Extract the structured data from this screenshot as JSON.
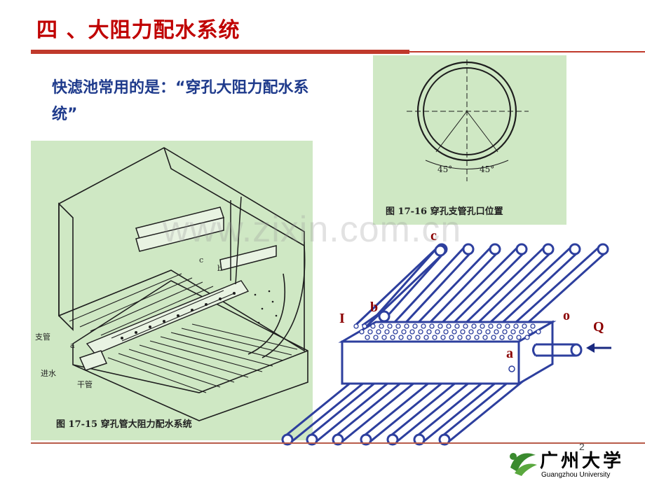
{
  "slide": {
    "title": "四 、大阻力配水系统",
    "intro": "快滤池常用的是：“穿孔大阻力配水系统”",
    "page_number": "2",
    "watermark": "www.zixin.com.cn"
  },
  "figure_left": {
    "caption": "图  17-15   穿孔管大阻力配水系统",
    "labels": {
      "branch": "支管",
      "inlet": "进水",
      "main": "干管",
      "a": "a",
      "b": "b",
      "c": "c"
    }
  },
  "figure_right": {
    "caption": "图  17-16   穿孔支管孔口位置",
    "angle_left": "45°",
    "angle_right": "45°"
  },
  "diagram": {
    "labels": {
      "c": "c",
      "b": "b",
      "I": "I",
      "o": "o",
      "Q": "Q",
      "a": "a"
    },
    "colors": {
      "pipe": "#2d3f9e",
      "hole": "#2d3f9e",
      "arrow": "#1a2a80",
      "label": "#8b0000"
    }
  },
  "logo": {
    "name": "广州大学",
    "english": "Guangzhou University"
  }
}
